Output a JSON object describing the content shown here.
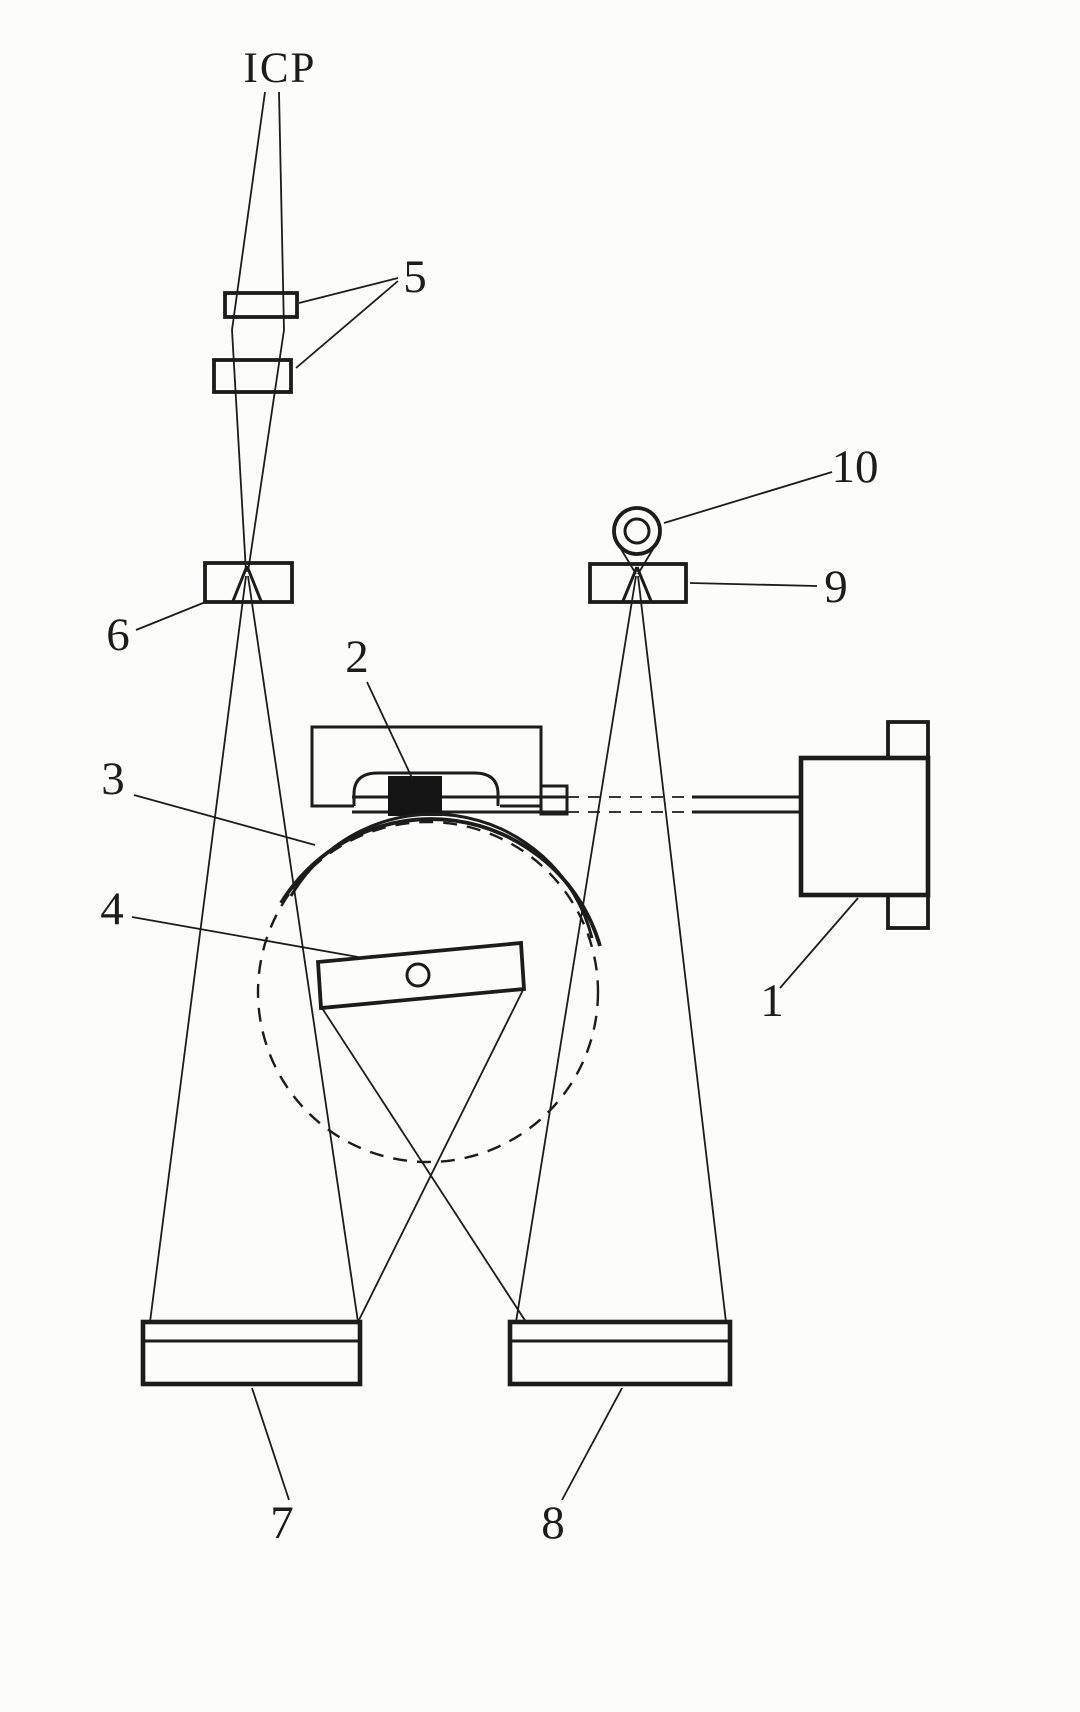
{
  "figure": {
    "source_label": "ICP",
    "component_labels": {
      "motor": "1",
      "modulator": "2",
      "grating_arc": "3",
      "mirror": "4",
      "lens_apertures": "5",
      "entrance_slit": "6",
      "detector_left": "7",
      "detector_right": "8",
      "reference_slit": "9",
      "lamp": "10"
    },
    "colors": {
      "ink": "#1c1c1c",
      "paper": "#fcfcfa"
    }
  }
}
